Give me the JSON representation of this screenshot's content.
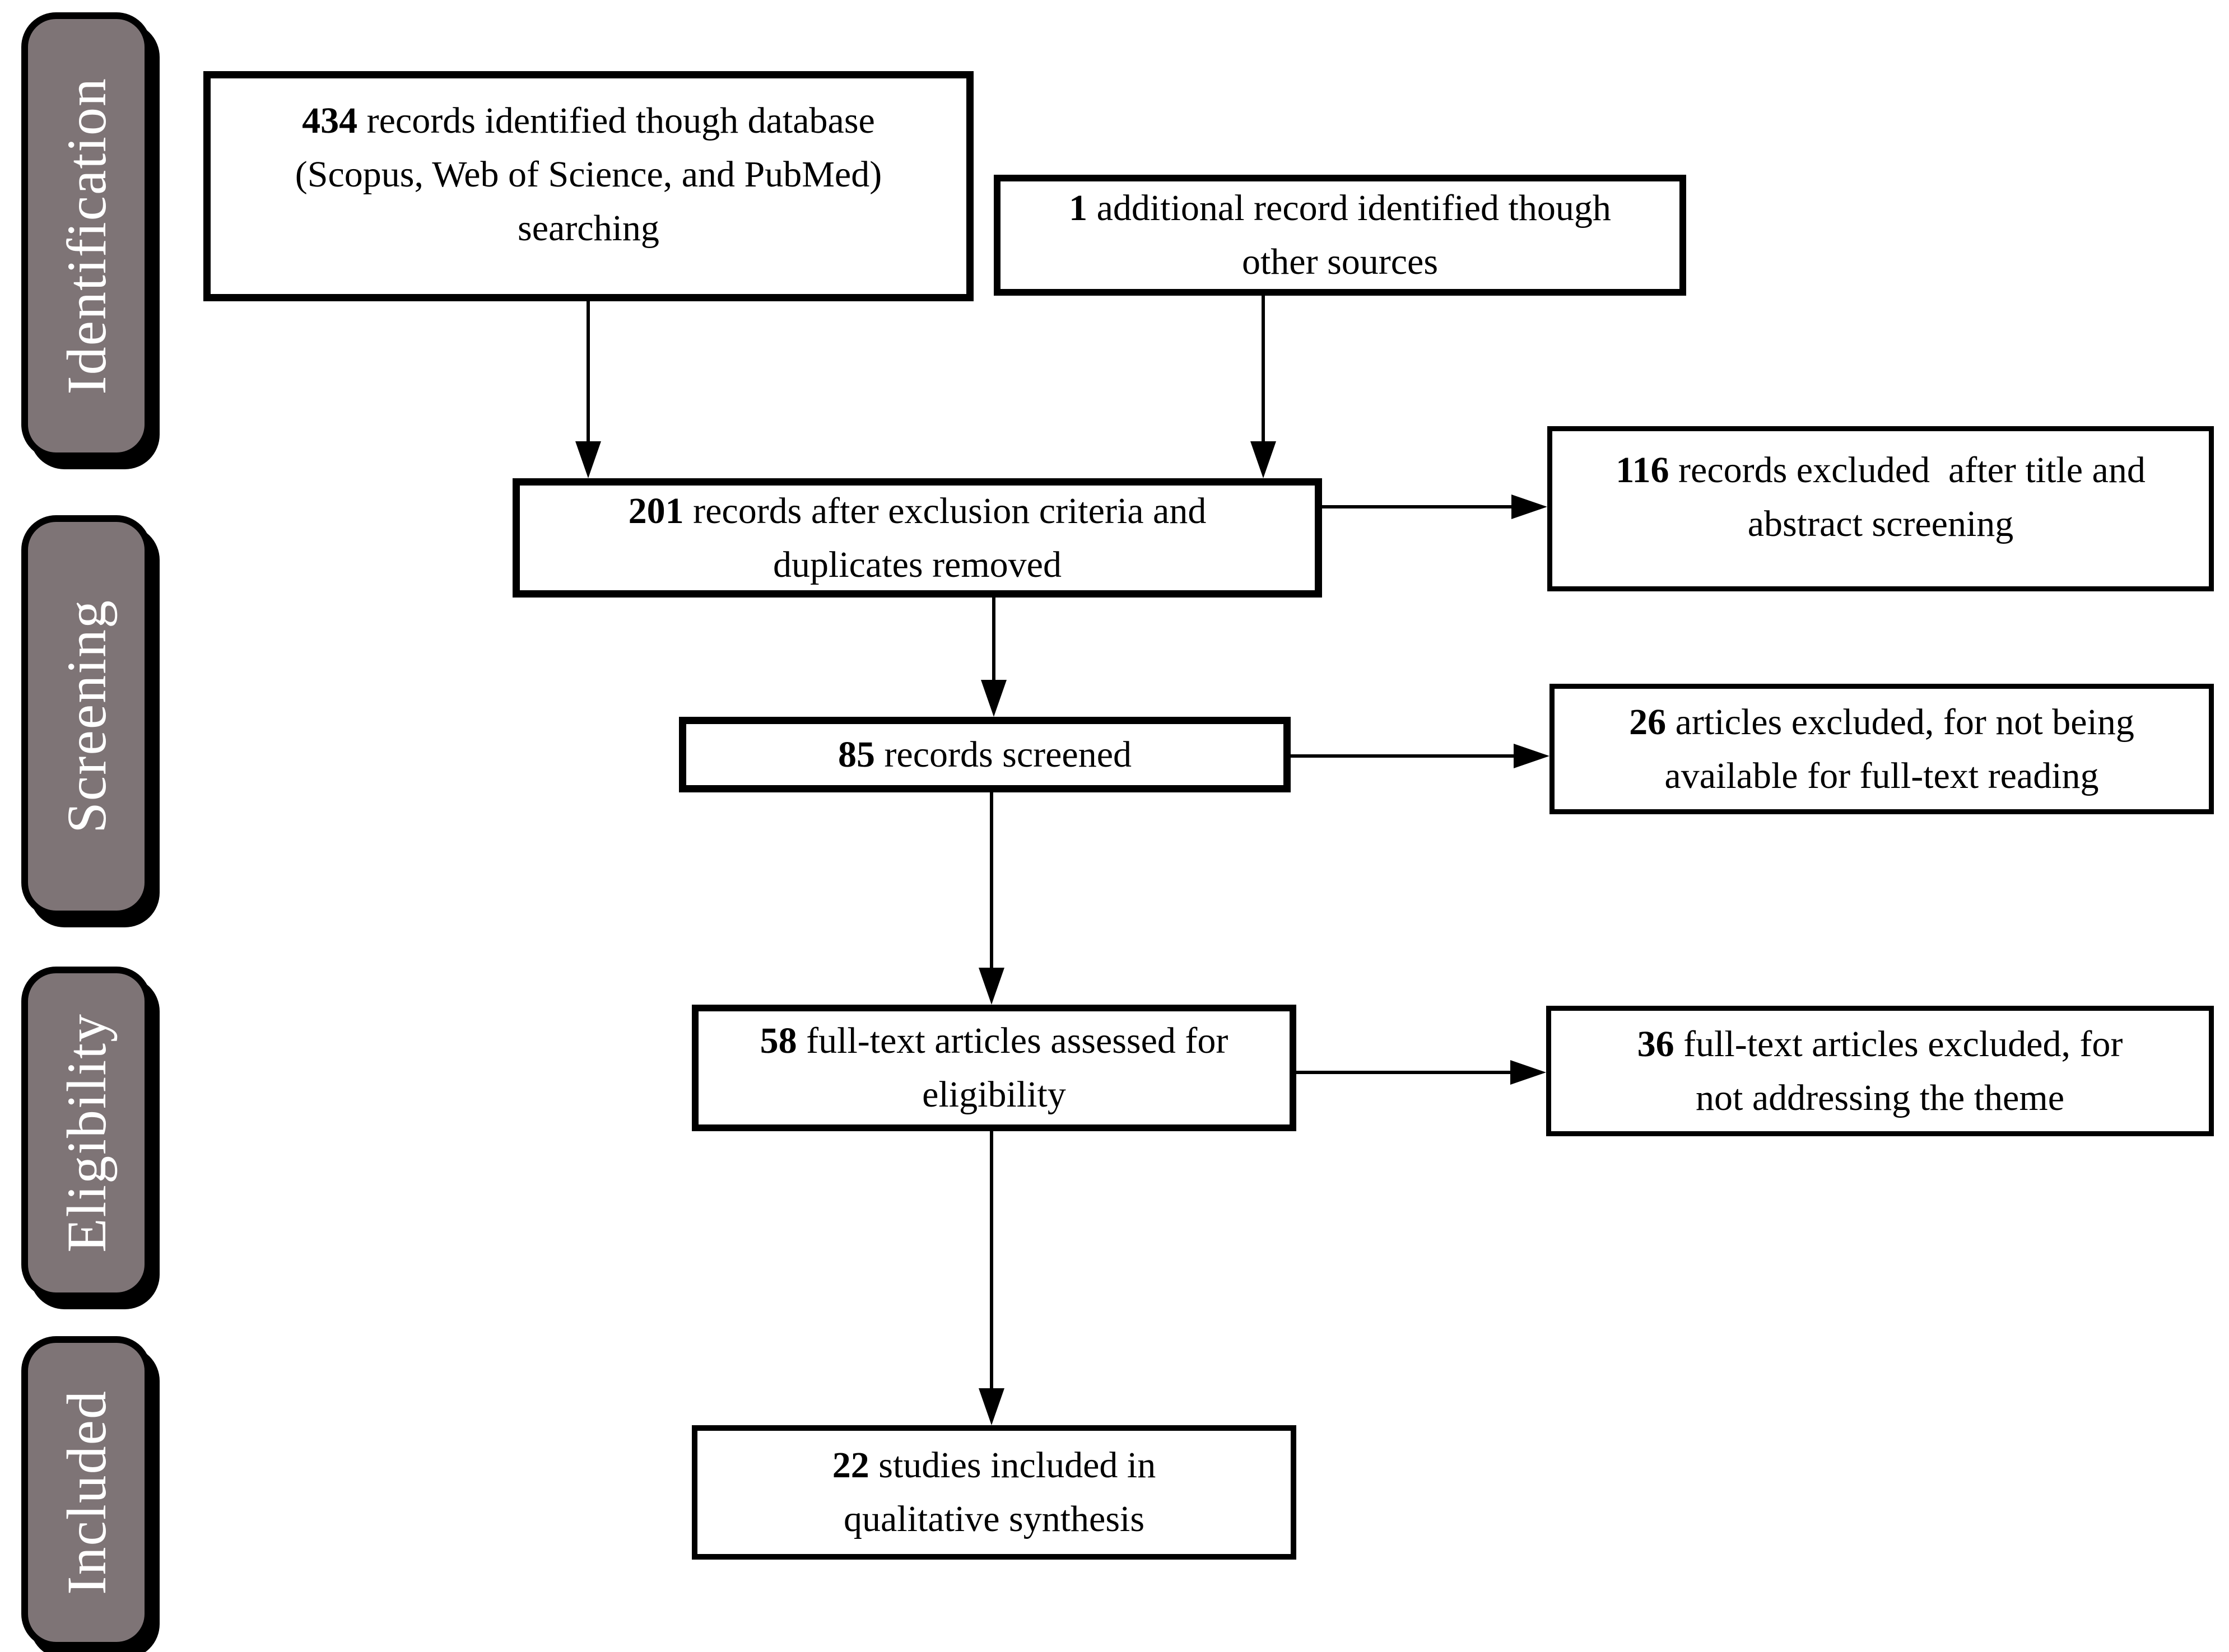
{
  "diagram": {
    "stages": [
      "Identification",
      "Screening",
      "Eligibility",
      "Included"
    ],
    "boxes": {
      "identified": {
        "num": "434",
        "rest": " records identified though database\n(Scopus, Web of Science, and PubMed)\nsearching"
      },
      "additional": {
        "num": "1",
        "rest": " additional record identified though\nother sources"
      },
      "after_exclusion": {
        "num": "201",
        "rest": " records after exclusion criteria and\nduplicates removed"
      },
      "excluded_title": {
        "num": "116",
        "rest": " records excluded  after title and\nabstract screening"
      },
      "screened": {
        "num": "85",
        "rest": " records screened"
      },
      "excluded_unavailable": {
        "num": "26",
        "rest": " articles excluded, for not being\navailable for full-text reading"
      },
      "fulltext_assessed": {
        "num": "58",
        "rest": " full-text articles assessed for\neligibility"
      },
      "excluded_theme": {
        "num": "36",
        "rest": " full-text articles excluded, for\nnot addressing the theme"
      },
      "included_qualitative": {
        "num": "22",
        "rest": " studies included in\nqualitative synthesis"
      }
    },
    "colors": {
      "stage_fill": "#7e7476",
      "stage_text": "#ffffff",
      "box_fill": "#ffffff",
      "box_border": "#000000"
    }
  }
}
